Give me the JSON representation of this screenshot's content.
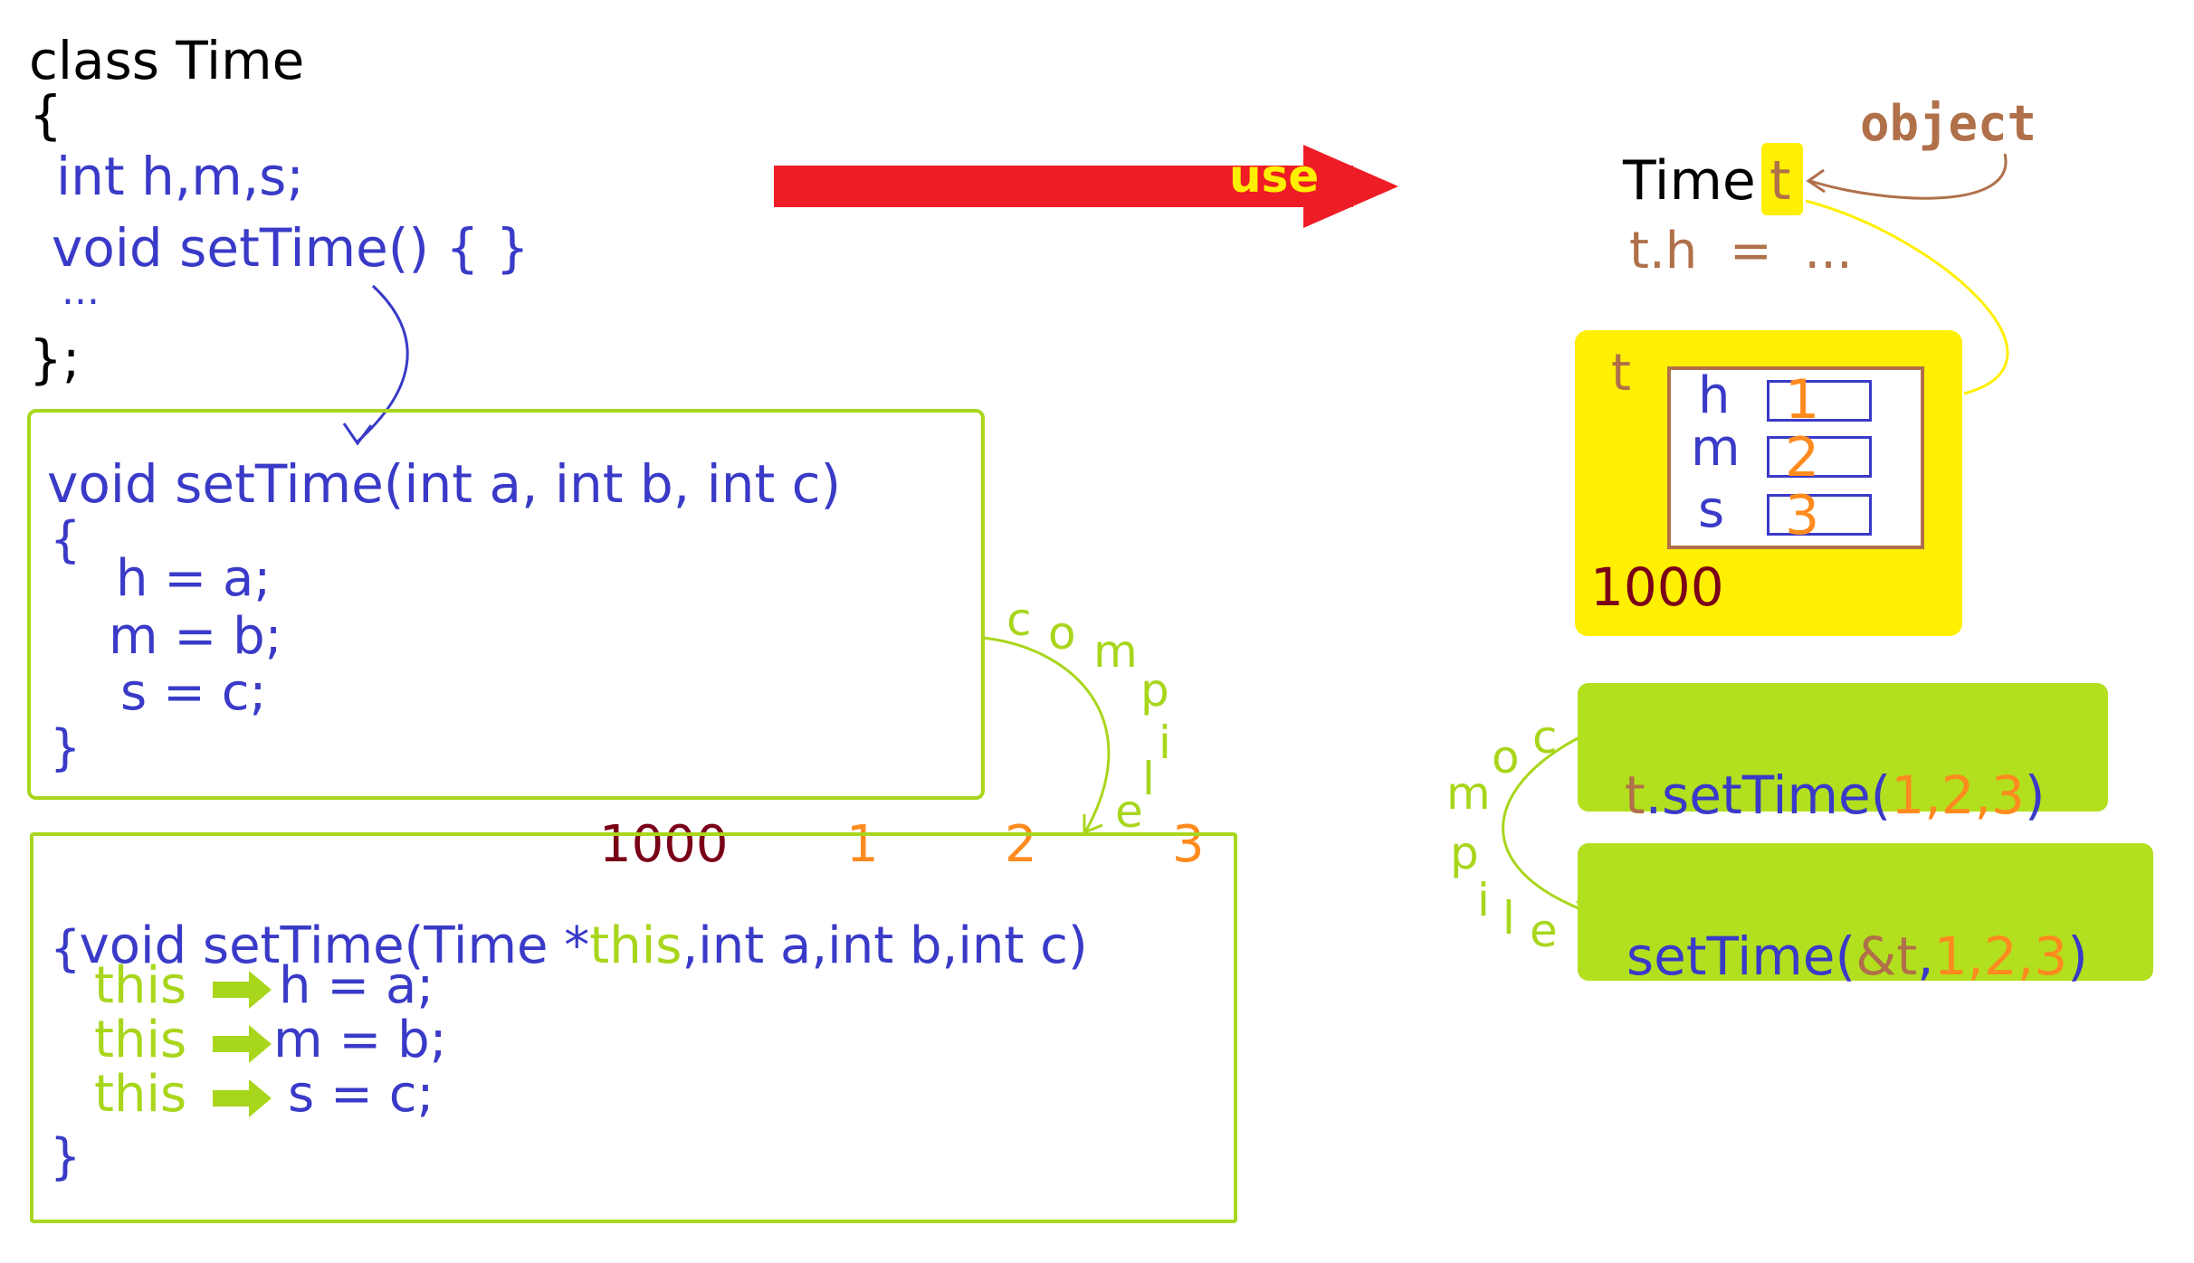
{
  "class_def": {
    "line1": "class Time",
    "line2": "{",
    "line3": "int h,m,s;",
    "line4": "void setTime() { }",
    "line5": "...",
    "line6": "};"
  },
  "method_box": {
    "signature": "void setTime(int a, int b, int c)",
    "open": "{",
    "l1": "h = a;",
    "l2": "m = b;",
    "l3": "s = c;",
    "close": "}"
  },
  "compiled_box": {
    "sig_prefix": "void setTime(Time *",
    "sig_this": "this",
    "sig_suffix": ",int a,int b,int c)",
    "open": "{",
    "this_word": "this",
    "l1": "h = a;",
    "l2": "m = b;",
    "l3": "s = c;",
    "close": "}"
  },
  "annotations": {
    "addr": "1000",
    "v1": "1",
    "v2": "2",
    "v3": "3",
    "use": "use",
    "object": "object",
    "compile_letters": [
      "c",
      "o",
      "m",
      "p",
      "i",
      "l",
      "e"
    ]
  },
  "usage": {
    "decl_type": "Time",
    "decl_var": "t",
    "access": "t.h  =  ..."
  },
  "object_box": {
    "label": "t",
    "fields": [
      "h",
      "m",
      "s"
    ],
    "values": [
      "1",
      "2",
      "3"
    ],
    "address": "1000"
  },
  "call_box": {
    "obj": "t",
    "dot_method": ".setTime(",
    "a1": "1",
    "c1": ",",
    "a2": "2",
    "c2": ",",
    "a3": "3",
    "close": ")"
  },
  "compiled_call": {
    "method": "setTime(",
    "ref": "&t",
    "c0": ",",
    "a1": "1",
    "c1": ",",
    "a2": "2",
    "c2": ",",
    "a3": "3",
    "close": ")"
  },
  "colors": {
    "keyword_blue": "#3a3ac8",
    "value_orange": "#ff8a1e",
    "address_maroon": "#7a0018",
    "highlight_green": "#a8d61c",
    "object_yellow": "#ffef00",
    "arrow_red": "#ee1c24",
    "label_brown": "#b0704a"
  }
}
